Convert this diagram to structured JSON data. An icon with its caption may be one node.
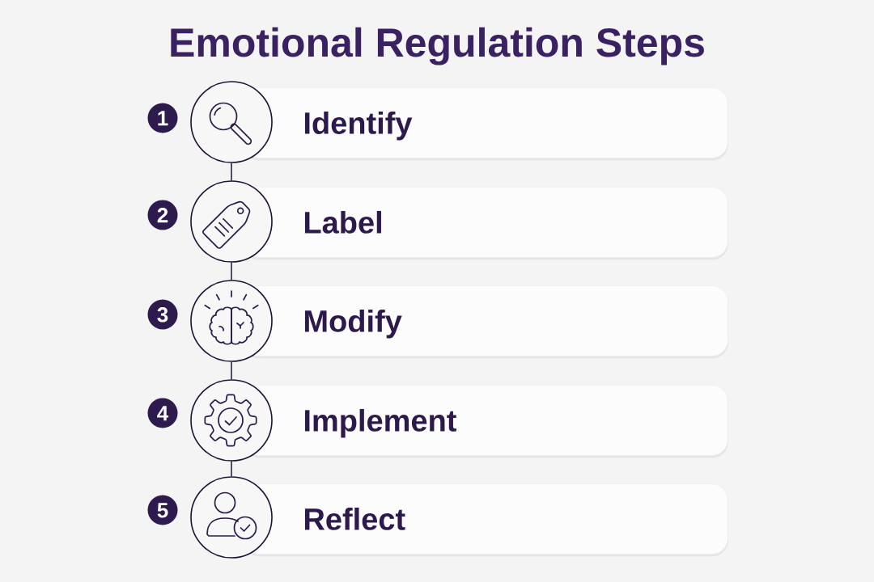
{
  "diagram": {
    "title": "Emotional Regulation Steps",
    "nodes": [
      {
        "text": [
          "1"
        ]
      },
      {
        "text": [],
        "shape": "circle"
      },
      {
        "text": [
          "Identify"
        ]
      },
      {
        "text": [
          "2"
        ]
      },
      {
        "text": [],
        "shape": "circle"
      },
      {
        "text": [
          "Label"
        ]
      },
      {
        "text": [
          "3"
        ]
      },
      {
        "text": [],
        "shape": "circle"
      },
      {
        "text": [
          "Modify"
        ]
      },
      {
        "text": [
          "4"
        ]
      },
      {
        "text": [],
        "shape": "circle"
      },
      {
        "text": [
          "Implement"
        ]
      },
      {
        "text": [
          "5"
        ]
      },
      {
        "text": [],
        "shape": "circle"
      },
      {
        "text": [
          "Reflect"
        ]
      }
    ],
    "edges": [
      {
        "from": 1,
        "to": 4,
        "arrow": "none"
      },
      {
        "from": 4,
        "to": 7,
        "arrow": "none"
      },
      {
        "from": 7,
        "to": 10,
        "arrow": "none"
      },
      {
        "from": 10,
        "to": 13,
        "arrow": "none"
      }
    ]
  }
}
